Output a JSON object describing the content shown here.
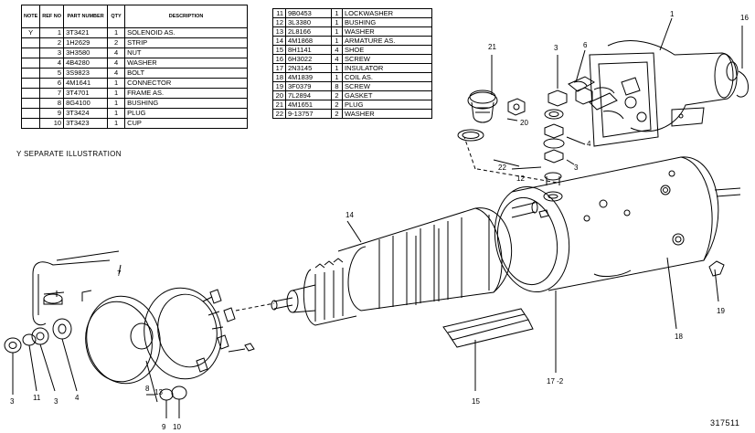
{
  "table_left": {
    "headers": [
      "NOTE",
      "REF NO",
      "PART NUMBER",
      "QTY",
      "DESCRIPTION"
    ],
    "rows": [
      {
        "note": "Y",
        "ref": "1",
        "part": "3T3421",
        "qty": "1",
        "desc": "SOLENOID AS."
      },
      {
        "note": "",
        "ref": "2",
        "part": "1H2629",
        "qty": "2",
        "desc": "STRIP"
      },
      {
        "note": "",
        "ref": "3",
        "part": "3H3580",
        "qty": "4",
        "desc": "NUT"
      },
      {
        "note": "",
        "ref": "4",
        "part": "4B4280",
        "qty": "4",
        "desc": "WASHER"
      },
      {
        "note": "",
        "ref": "5",
        "part": "3S9823",
        "qty": "4",
        "desc": "BOLT"
      },
      {
        "note": "",
        "ref": "6",
        "part": "4M1641",
        "qty": "1",
        "desc": "CONNECTOR"
      },
      {
        "note": "",
        "ref": "7",
        "part": "3T4701",
        "qty": "1",
        "desc": "FRAME AS."
      },
      {
        "note": "",
        "ref": "8",
        "part": "8G4100",
        "qty": "1",
        "desc": "BUSHING"
      },
      {
        "note": "",
        "ref": "9",
        "part": "3T3424",
        "qty": "1",
        "desc": "PLUG"
      },
      {
        "note": "",
        "ref": "10",
        "part": "3T3423",
        "qty": "1",
        "desc": "CUP"
      }
    ]
  },
  "table_right": {
    "rows": [
      {
        "ref": "11",
        "part": "9B0453",
        "qty": "1",
        "desc": "LOCKWASHER"
      },
      {
        "ref": "12",
        "part": "3L3380",
        "qty": "1",
        "desc": "BUSHING"
      },
      {
        "ref": "13",
        "part": "2L8166",
        "qty": "1",
        "desc": "WASHER"
      },
      {
        "ref": "14",
        "part": "4M1868",
        "qty": "1",
        "desc": "ARMATURE AS."
      },
      {
        "ref": "15",
        "part": "8H1141",
        "qty": "4",
        "desc": "SHOE"
      },
      {
        "ref": "16",
        "part": "6H3022",
        "qty": "4",
        "desc": "SCREW"
      },
      {
        "ref": "17",
        "part": "2N3145",
        "qty": "1",
        "desc": "INSULATOR"
      },
      {
        "ref": "18",
        "part": "4M1839",
        "qty": "1",
        "desc": "COIL AS."
      },
      {
        "ref": "19",
        "part": "3F0379",
        "qty": "8",
        "desc": "SCREW"
      },
      {
        "ref": "20",
        "part": "7L2894",
        "qty": "2",
        "desc": "GASKET"
      },
      {
        "ref": "21",
        "part": "4M1651",
        "qty": "2",
        "desc": "PLUG"
      },
      {
        "ref": "22",
        "part": "9-13757",
        "qty": "2",
        "desc": "WASHER"
      }
    ]
  },
  "note_text": "Y   SEPARATE  ILLUSTRATION",
  "figure_number": "317511",
  "callouts": {
    "c1": "1",
    "c3a": "3",
    "c3b": "3",
    "c3c": "3",
    "c3d": "3",
    "c4a": "4",
    "c4b": "4",
    "c6": "6",
    "c7": "7",
    "c8": "8",
    "c9": "9",
    "c10": "10",
    "c11": "11",
    "c12": "12",
    "c13": "13",
    "c14": "14",
    "c15": "15",
    "c16": "16",
    "c17": "17 -2",
    "c18": "18",
    "c19": "19",
    "c20": "20",
    "c21": "21",
    "c22": "22"
  }
}
